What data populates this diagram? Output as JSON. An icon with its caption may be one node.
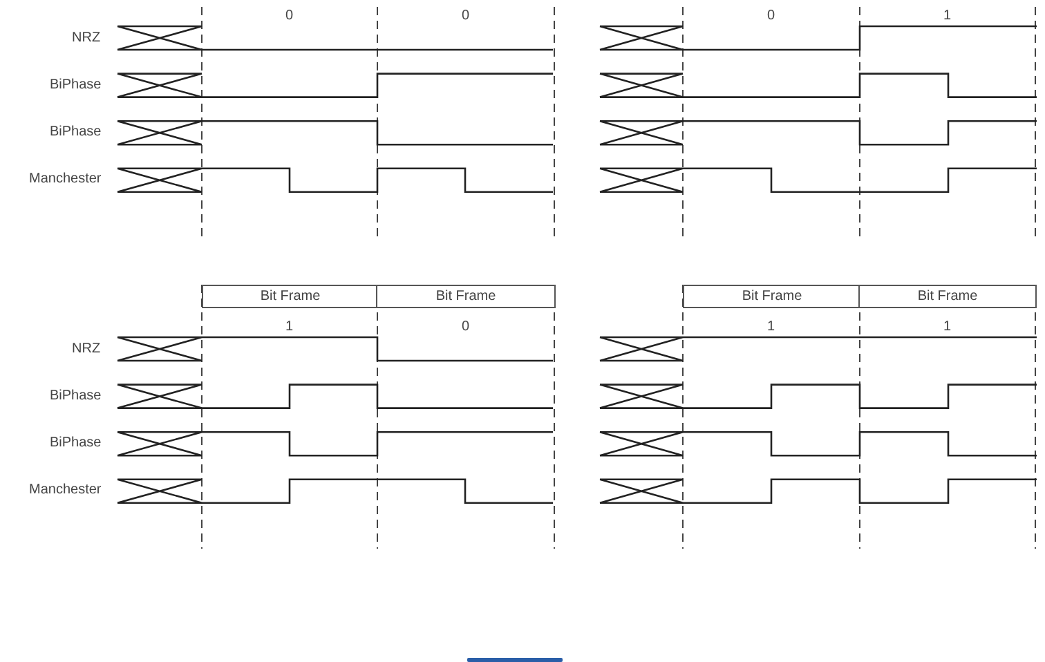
{
  "diagram": {
    "labels": [
      "0",
      "0",
      "0",
      "1",
      "NRZ",
      "BiPhase",
      "BiPhase",
      "Manchester",
      "Bit Frame",
      "Bit Frame",
      "Bit Frame",
      "Bit Frame",
      "1",
      "0",
      "1",
      "1",
      "NRZ",
      "BiPhase",
      "BiPhase",
      "Manchester"
    ]
  }
}
